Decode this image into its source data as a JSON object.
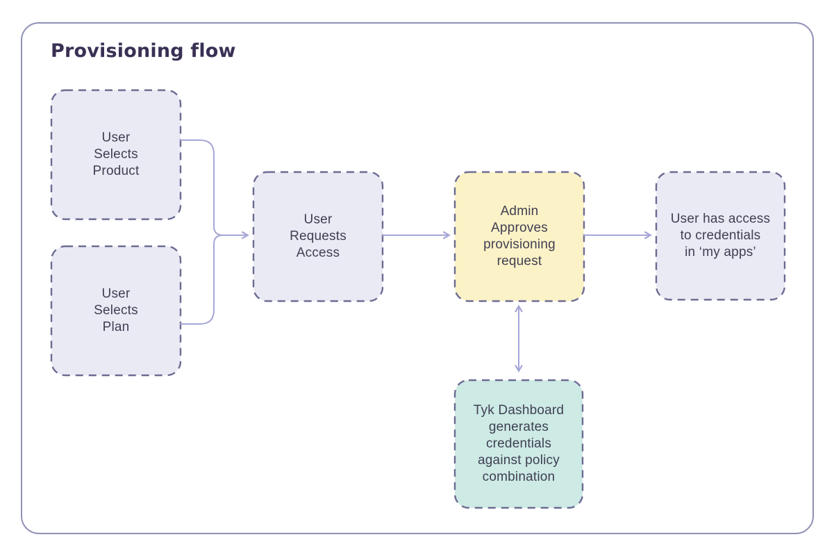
{
  "title": "Provisioning flow",
  "colors": {
    "frame_border": "#8f8fb6",
    "node_border": "#6b6b92",
    "connector": "#a6a6d6",
    "title_text": "#3a3054",
    "node_text": "#3f3f52",
    "lavender_fill": "#eaeaf5",
    "yellow_fill": "#fcf2c7",
    "teal_fill": "#cdeae5"
  },
  "nodes": [
    {
      "id": "user-selects-product",
      "label": "User\nSelects\nProduct",
      "fill": "#eaeaf5"
    },
    {
      "id": "user-selects-plan",
      "label": "User\nSelects\nPlan",
      "fill": "#eaeaf5"
    },
    {
      "id": "user-requests-access",
      "label": "User\nRequests\nAccess",
      "fill": "#eaeaf5"
    },
    {
      "id": "admin-approves-provisioning-request",
      "label": "Admin\nApproves\nprovisioning\nrequest",
      "fill": "#fcf2c7"
    },
    {
      "id": "user-has-access-to-credentials",
      "label": "User has access\nto credentials\nin ‘my apps’",
      "fill": "#eaeaf5"
    },
    {
      "id": "tyk-dashboard-generates-credentials",
      "label": "Tyk Dashboard\ngenerates\ncredentials\nagainst policy\ncombination",
      "fill": "#cdeae5"
    }
  ],
  "connectors": [
    {
      "from": "user-selects-product",
      "to": "user-requests-access",
      "direction": "one-way"
    },
    {
      "from": "user-selects-plan",
      "to": "user-requests-access",
      "direction": "one-way"
    },
    {
      "from": "user-requests-access",
      "to": "admin-approves-provisioning-request",
      "direction": "one-way"
    },
    {
      "from": "admin-approves-provisioning-request",
      "to": "user-has-access-to-credentials",
      "direction": "one-way"
    },
    {
      "from": "admin-approves-provisioning-request",
      "to": "tyk-dashboard-generates-credentials",
      "direction": "two-way"
    }
  ]
}
